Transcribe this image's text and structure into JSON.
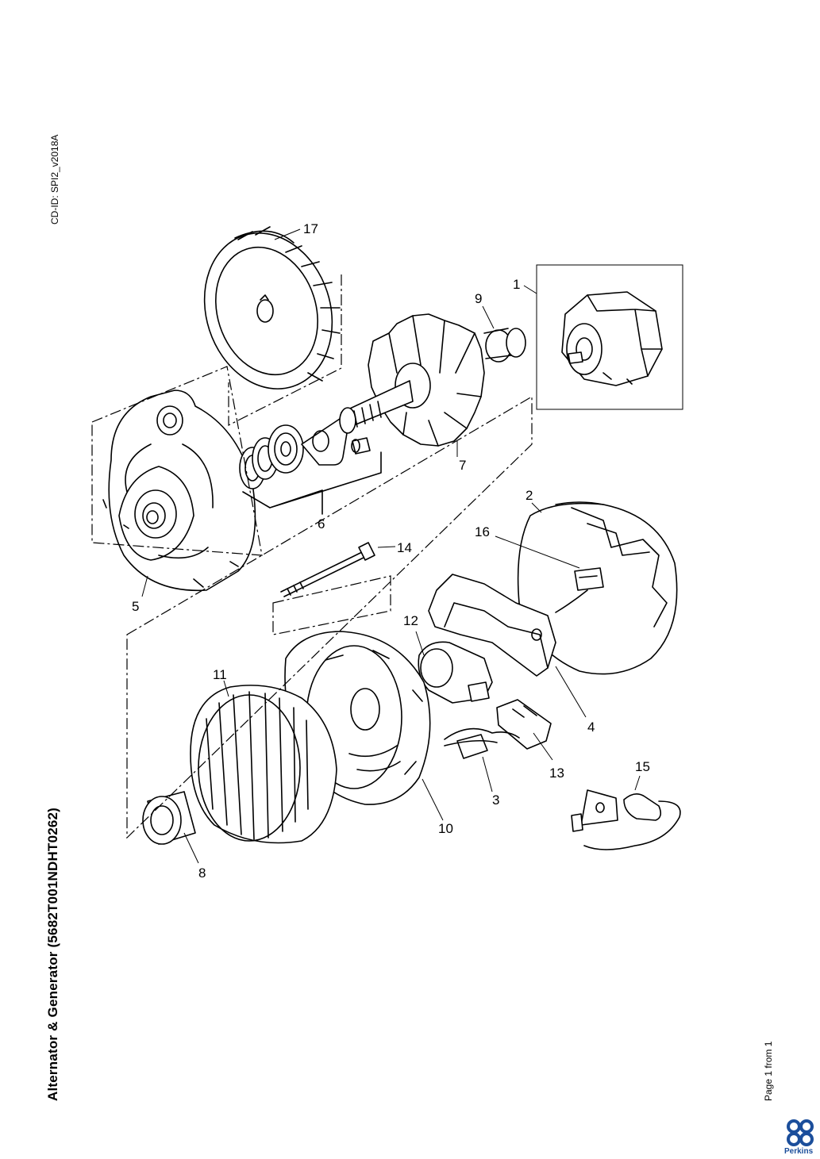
{
  "header": {
    "cd_id": "CD-ID: SPI2_v2018A",
    "title": "Alternator & Generator (5682T001NDHT0262)",
    "page_info": "Page 1 from 1"
  },
  "brand": {
    "name": "Perkins",
    "color": "#1b4e9b"
  },
  "diagram": {
    "callouts": [
      "1",
      "2",
      "3",
      "4",
      "5",
      "6",
      "7",
      "8",
      "9",
      "10",
      "11",
      "12",
      "13",
      "14",
      "15",
      "16",
      "17"
    ]
  }
}
